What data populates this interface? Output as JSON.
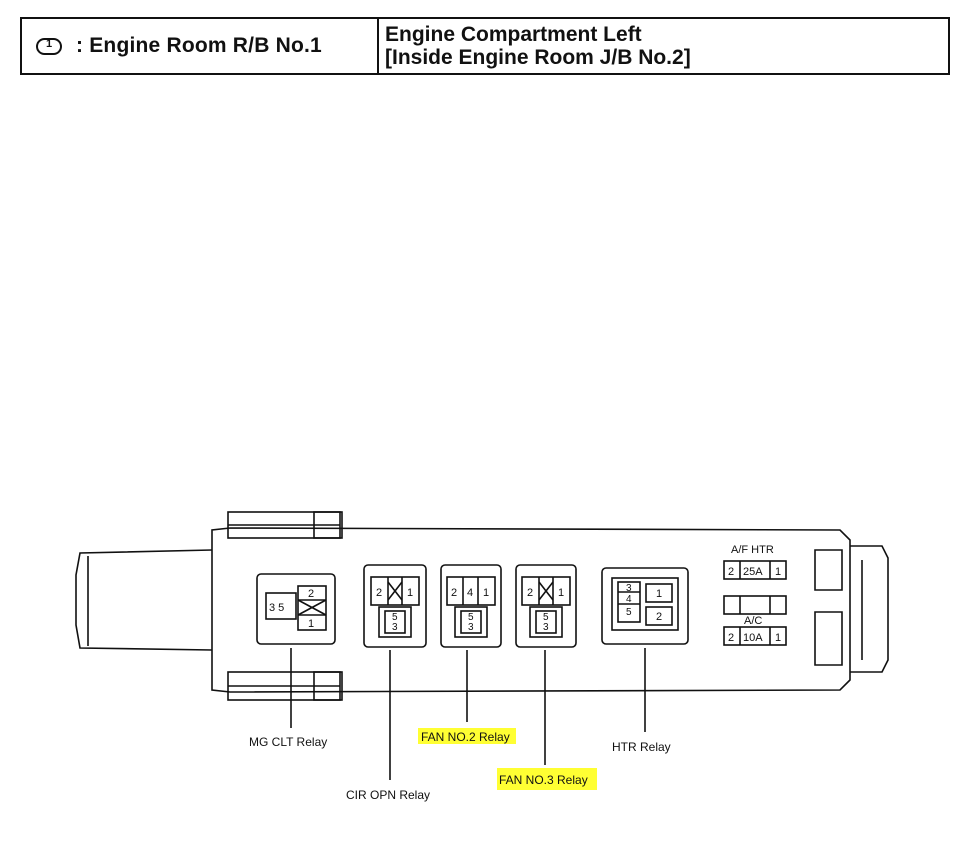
{
  "header": {
    "connector_badge": "1",
    "left_title": ": Engine Room R/B No.1",
    "right_line1": "Engine Compartment Left",
    "right_line2": "[Inside Engine Room J/B No.2]"
  },
  "relays": {
    "mg_clt": {
      "label": "MG CLT Relay",
      "pins_left": "3 5",
      "pin_top": "2",
      "pin_bottom": "1"
    },
    "cir_opn": {
      "label": "CIR OPN Relay",
      "pin_a": "2",
      "pin_b": "1",
      "pin_c": "5",
      "pin_d": "3"
    },
    "fan_no2": {
      "label": "FAN NO.2 Relay",
      "pin_a": "2",
      "pin_b": "4",
      "pin_c": "1",
      "pin_d": "5",
      "pin_e": "3"
    },
    "fan_no3": {
      "label": "FAN NO.3 Relay",
      "pin_a": "2",
      "pin_b": "1",
      "pin_c": "5",
      "pin_d": "3"
    },
    "htr": {
      "label": "HTR Relay",
      "pin_a": "3",
      "pin_b": "4",
      "pin_c": "5",
      "pin_d": "1",
      "pin_e": "2"
    }
  },
  "fuses": {
    "af_htr": {
      "label": "A/F HTR",
      "left": "2",
      "rating": "25A",
      "right": "1"
    },
    "ac": {
      "label": "A/C",
      "left": "2",
      "rating": "10A",
      "right": "1"
    }
  },
  "highlight_color": "#ffff33"
}
